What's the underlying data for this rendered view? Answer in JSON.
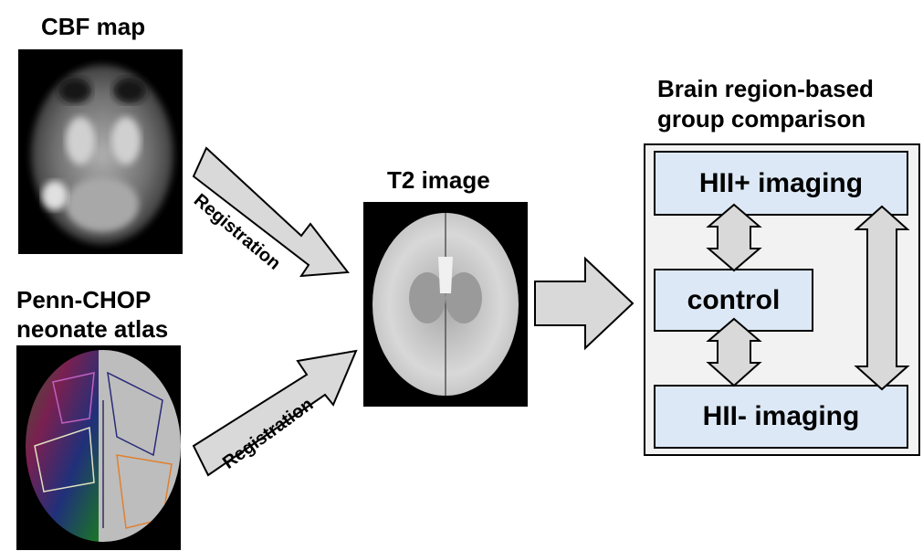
{
  "cbf": {
    "title": "CBF map",
    "image": "cbf-map-brain-slice"
  },
  "atlas": {
    "title_line1": "Penn-CHOP",
    "title_line2": "neonate atlas",
    "image": "color-dti-atlas-brain-slice"
  },
  "t2": {
    "title": "T2 image",
    "image": "t2-weighted-brain-slice"
  },
  "arrows": {
    "top_label": "Registration",
    "bottom_label": "Registration"
  },
  "comparison": {
    "title_line1": "Brain region-based",
    "title_line2": "group comparison",
    "groups": [
      "HII+ imaging",
      "control",
      "HII- imaging"
    ]
  },
  "colors": {
    "box_fill": "#dce8f5",
    "panel_fill": "#f2f2f2",
    "arrow_fill": "#d9d9d9"
  }
}
